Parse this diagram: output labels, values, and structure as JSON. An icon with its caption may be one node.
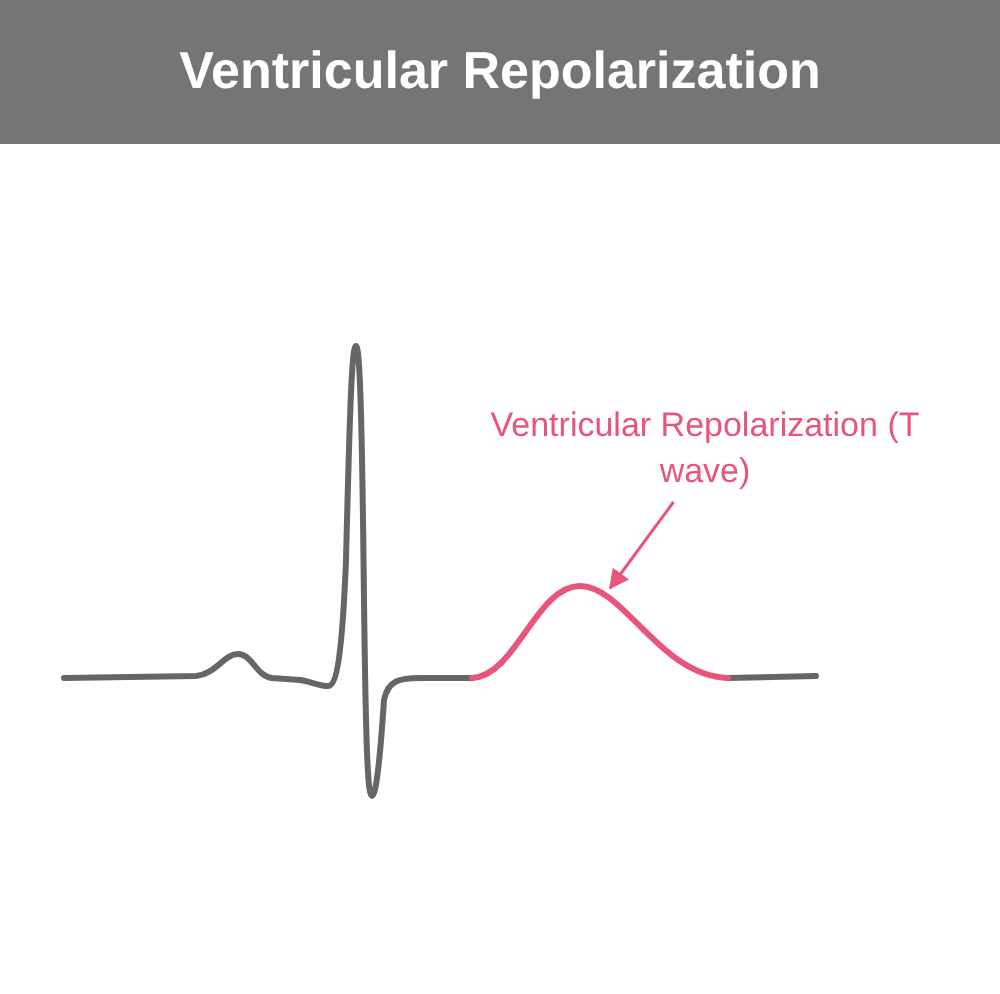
{
  "diagram": {
    "title": "Ventricular Repolarization",
    "nodes": [
      {
        "text": [
          "Ventricular Repolarization (T wave)"
        ]
      },
      {
        "text": [],
        "shape": "curve"
      }
    ],
    "edges": [
      {
        "from": 0,
        "to": 1,
        "arrow": "to",
        "color": "#e8557a"
      }
    ]
  }
}
